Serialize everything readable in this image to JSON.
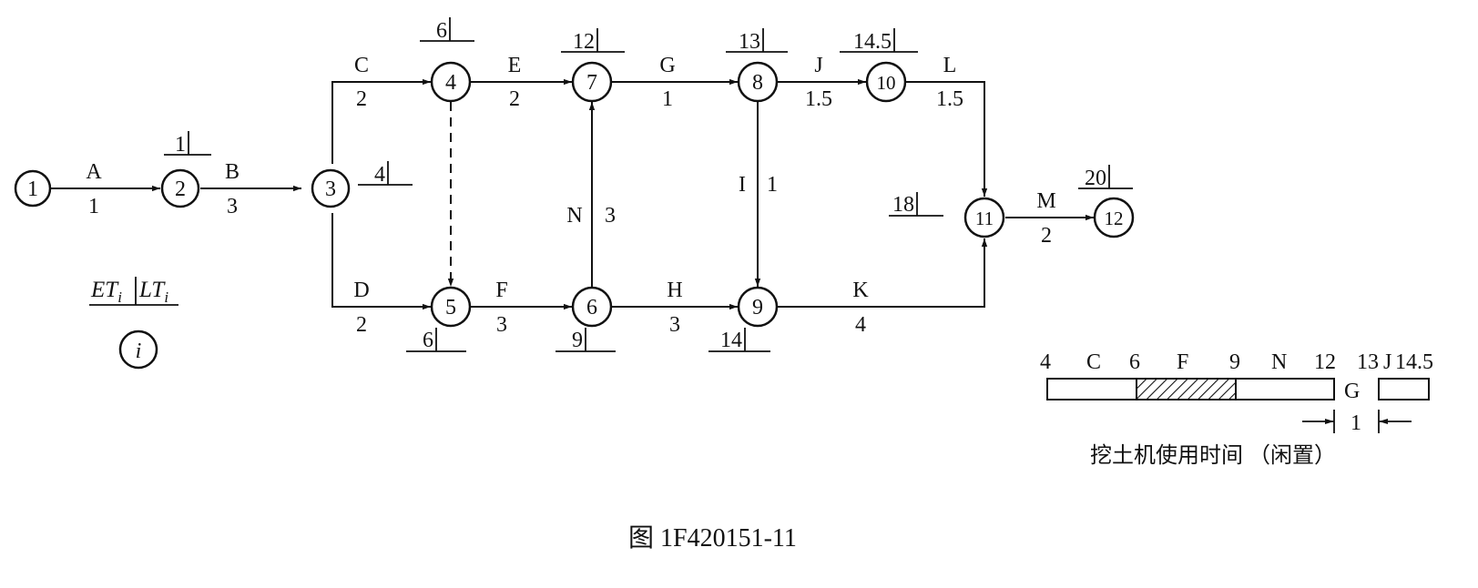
{
  "nodes": [
    {
      "id": "1",
      "label": "1"
    },
    {
      "id": "2",
      "label": "2"
    },
    {
      "id": "3",
      "label": "3"
    },
    {
      "id": "4",
      "label": "4"
    },
    {
      "id": "5",
      "label": "5"
    },
    {
      "id": "6",
      "label": "6"
    },
    {
      "id": "7",
      "label": "7"
    },
    {
      "id": "8",
      "label": "8"
    },
    {
      "id": "9",
      "label": "9"
    },
    {
      "id": "10",
      "label": "10"
    },
    {
      "id": "11",
      "label": "11"
    },
    {
      "id": "12",
      "label": "12"
    }
  ],
  "activities": [
    {
      "id": "A",
      "from": "1",
      "to": "2",
      "name": "A",
      "duration": "1"
    },
    {
      "id": "B",
      "from": "2",
      "to": "3",
      "name": "B",
      "duration": "3"
    },
    {
      "id": "C",
      "from": "3",
      "to": "4",
      "name": "C",
      "duration": "2"
    },
    {
      "id": "D",
      "from": "3",
      "to": "5",
      "name": "D",
      "duration": "2"
    },
    {
      "id": "E",
      "from": "4",
      "to": "7",
      "name": "E",
      "duration": "2"
    },
    {
      "id": "F",
      "from": "5",
      "to": "6",
      "name": "F",
      "duration": "3"
    },
    {
      "id": "G",
      "from": "7",
      "to": "8",
      "name": "G",
      "duration": "1"
    },
    {
      "id": "H",
      "from": "6",
      "to": "9",
      "name": "H",
      "duration": "3"
    },
    {
      "id": "I",
      "from": "8",
      "to": "9",
      "name": "I",
      "duration": "1"
    },
    {
      "id": "J",
      "from": "8",
      "to": "10",
      "name": "J",
      "duration": "1.5"
    },
    {
      "id": "K",
      "from": "9",
      "to": "11",
      "name": "K",
      "duration": "4"
    },
    {
      "id": "L",
      "from": "10",
      "to": "11",
      "name": "L",
      "duration": "1.5"
    },
    {
      "id": "M",
      "from": "11",
      "to": "12",
      "name": "M",
      "duration": "2"
    },
    {
      "id": "N",
      "from": "6",
      "to": "7",
      "name": "N",
      "duration": "3"
    }
  ],
  "dummy": {
    "from": "4",
    "to": "5"
  },
  "node_times": [
    {
      "node": "2",
      "value": "1"
    },
    {
      "node": "3",
      "value": "4"
    },
    {
      "node": "4",
      "value": "6"
    },
    {
      "node": "5",
      "value": "6"
    },
    {
      "node": "6",
      "value": "9"
    },
    {
      "node": "7",
      "value": "12"
    },
    {
      "node": "8",
      "value": "13"
    },
    {
      "node": "9",
      "value": "14"
    },
    {
      "node": "10",
      "value": "14.5"
    },
    {
      "node": "11",
      "value": "18"
    },
    {
      "node": "12",
      "value": "20"
    }
  ],
  "legend": {
    "et": "ET",
    "lt": "LT",
    "sub": "i",
    "node": "i"
  },
  "timeline": {
    "ticks": [
      "4",
      "6",
      "9",
      "12",
      "13",
      "14.5"
    ],
    "segment_labels": [
      "C",
      "F",
      "N",
      "J"
    ],
    "gap_label": "G",
    "gap_duration": "1",
    "caption": "挖土机使用时间 （闲置）"
  },
  "figure_caption": "图 1F420151-11"
}
